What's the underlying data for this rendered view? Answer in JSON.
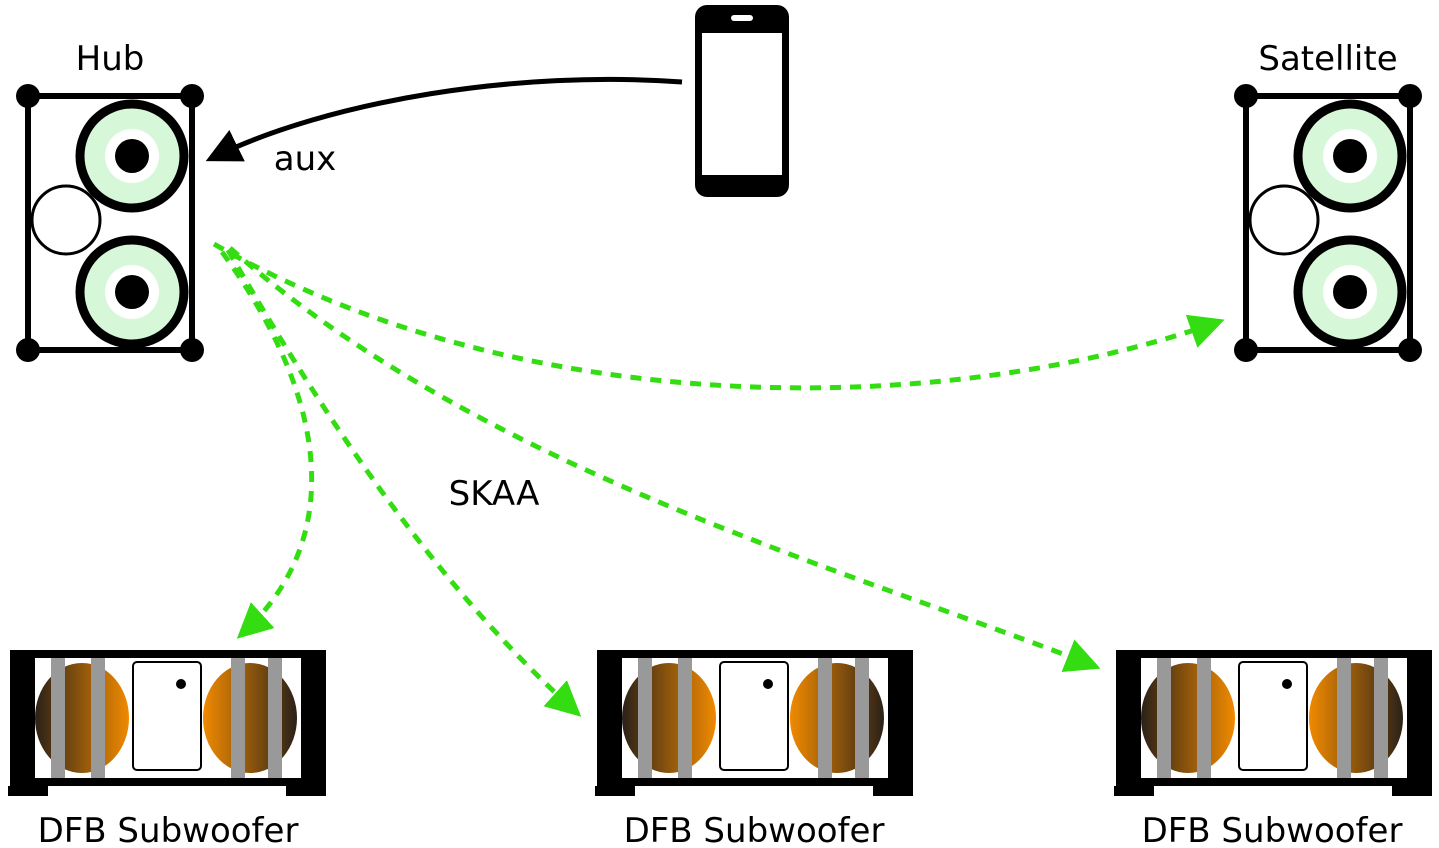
{
  "nodes": {
    "hub": {
      "label": "Hub"
    },
    "satellite": {
      "label": "Satellite"
    },
    "phone": {
      "label": ""
    },
    "subwoofers": [
      {
        "label": "DFB Subwoofer"
      },
      {
        "label": "DFB Subwoofer"
      },
      {
        "label": "DFB Subwoofer"
      }
    ]
  },
  "edges": {
    "aux": {
      "label": "aux",
      "from": "phone",
      "to": "hub",
      "style": "solid",
      "color": "#000000"
    },
    "skaa": {
      "label": "SKAA",
      "from": "hub",
      "to": [
        "satellite",
        "subwoofer-1",
        "subwoofer-2",
        "subwoofer-3"
      ],
      "style": "dashed",
      "color": "#33dd11"
    }
  },
  "colors": {
    "speaker_cone": "#d6f7d8",
    "wireless_link": "#33dd11",
    "sub_cone_dark": "#2b2118",
    "sub_cone_light": "#f08a00",
    "grille_bar": "#999999"
  }
}
